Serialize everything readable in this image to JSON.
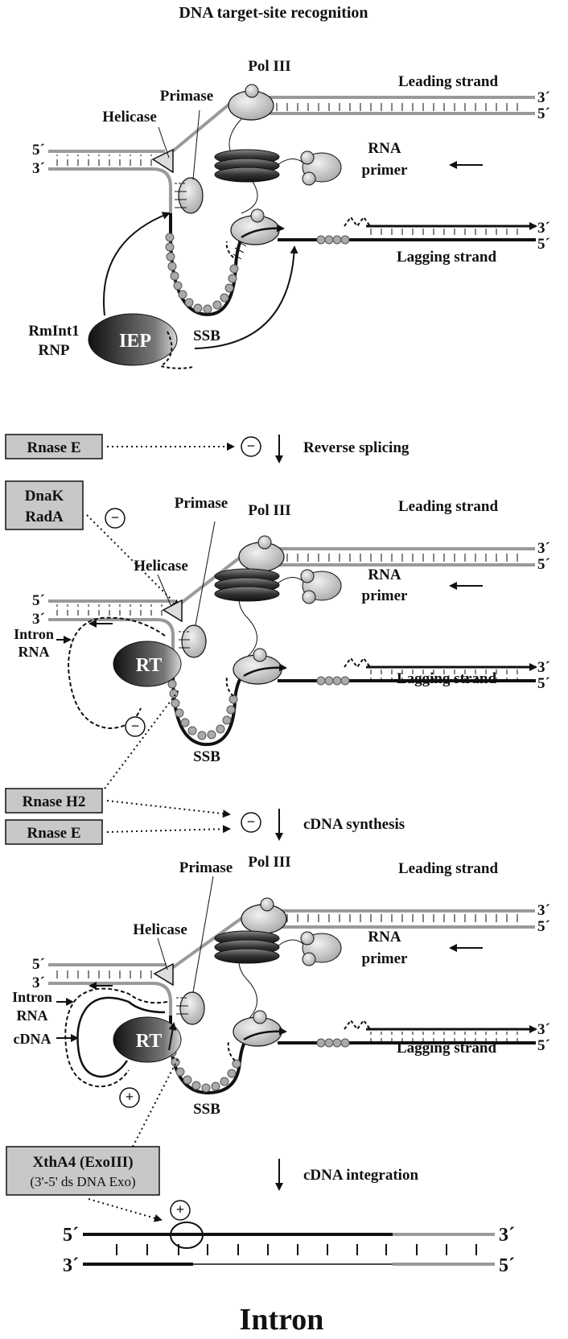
{
  "title": "DNA target-site recognition",
  "labels": {
    "pol3": "Pol III",
    "primase": "Primase",
    "helicase": "Helicase",
    "leading": "Leading strand",
    "lagging": "Lagging strand",
    "rna": "RNA",
    "primer": "primer",
    "ssb": "SSB",
    "five": "5´",
    "three": "3´",
    "rmint1": "RmInt1",
    "rnp": "RNP",
    "iep": "IEP",
    "rt": "RT",
    "intron": "Intron",
    "intron_rna": "RNA",
    "cdna": "cDNA",
    "minus": "−",
    "plus": "+"
  },
  "boxes": {
    "rnase_e": "Rnase E",
    "dnak": "DnaK",
    "rada": "RadA",
    "rnase_h2": "Rnase H2",
    "xtha4": "XthA4 (ExoIII)",
    "xtha4_sub": "(3'-5' ds DNA Exo)"
  },
  "steps": {
    "reverse_splicing": "Reverse splicing",
    "cdna_synthesis": "cDNA synthesis",
    "cdna_integration": "cDNA integration"
  },
  "bottom_label": "Intron",
  "colors": {
    "gray_strand": "#9a9a9a",
    "black_strand": "#111111",
    "box_fill": "#c8c8c8"
  }
}
